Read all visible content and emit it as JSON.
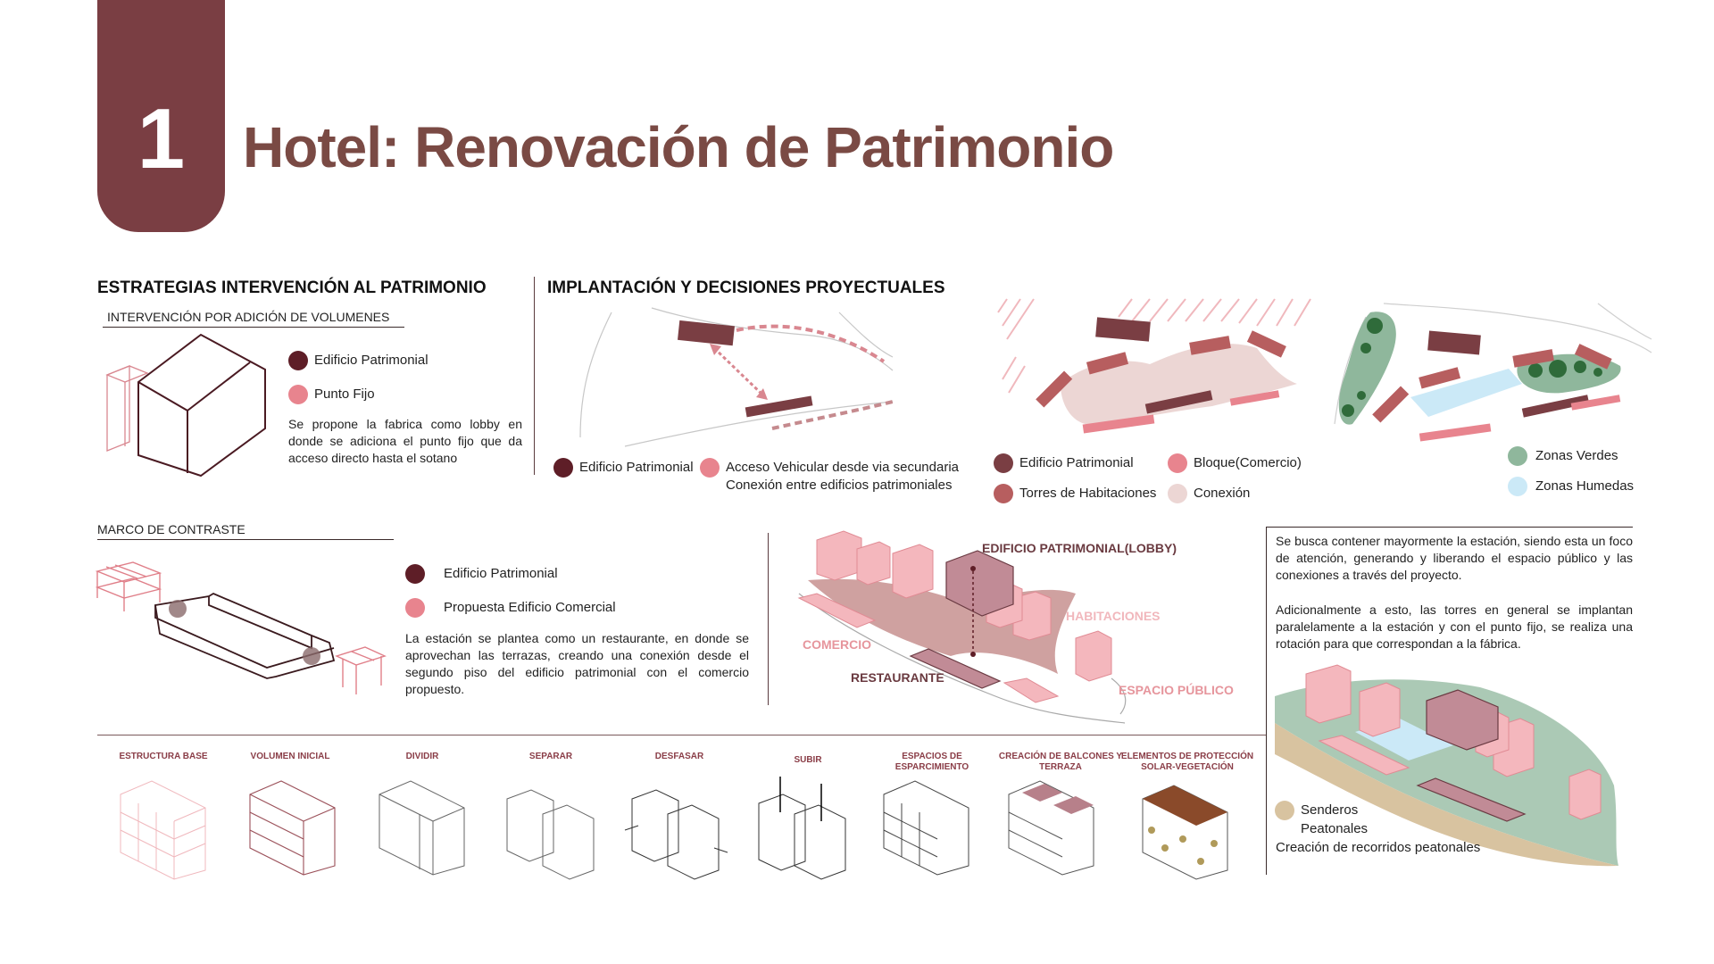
{
  "header": {
    "number": "1",
    "title": "Hotel: Renovación de Patrimonio"
  },
  "colors": {
    "dark": "#5e1e27",
    "pink": "#e8848e",
    "maroon": "#7a3e43",
    "light_pink": "#f2bcc1",
    "green": "#8fb79c",
    "light_blue": "#cbe9f7",
    "tan": "#d8c3a0",
    "conexion": "#ecd6d4"
  },
  "estrategias": {
    "heading": "ESTRATEGIAS INTERVENCIÓN AL PATRIMONIO",
    "adicion": {
      "subheading": "INTERVENCIÓN POR ADICIÓN DE VOLUMENES",
      "legend": [
        "Edificio Patrimonial",
        "Punto Fijo"
      ],
      "description": "Se propone la fabrica como lobby en donde se adiciona el punto fijo que da acceso directo hasta el sotano"
    },
    "contraste": {
      "subheading": "MARCO DE CONTRASTE",
      "legend": [
        "Edificio Patrimonial",
        "Propuesta Edificio Comercial"
      ],
      "description": "La estación se plantea como un restaurante, en donde se aprovechan las terrazas, creando una conexión desde el segundo piso del edificio patrimonial con el comercio propuesto."
    }
  },
  "implantacion": {
    "heading": "IMPLANTACIÓN Y DECISIONES PROYECTUALES",
    "map1_legend": {
      "a": "Edificio Patrimonial",
      "b1": "Acceso Vehicular desde via secundaria",
      "b2": "Conexión entre edificios patrimoniales"
    },
    "map2_legend": [
      "Edificio Patrimonial",
      "Bloque(Comercio)",
      "Torres de Habitaciones",
      "Conexión"
    ],
    "map3_legend": [
      "Zonas Verdes",
      "Zonas Humedas"
    ]
  },
  "axonometric": {
    "labels": {
      "lobby": "EDIFICIO PATRIMONIAL(LOBBY)",
      "habitaciones": "HABITACIONES",
      "comercio": "COMERCIO",
      "restaurante": "RESTAURANTE",
      "espacio": "ESPACIO PÚBLICO"
    }
  },
  "right_text": {
    "p1": "Se busca contener mayormente la estación, siendo esta un foco de atención, generando y liberando el espacio público y las conexiones a través del proyecto.",
    "p2": "Adicionalmente a esto, las torres en general se implantan paralelamente a la estación y con el punto fijo, se realiza una rotación para que correspondan a la fábrica.",
    "legend1": "Senderos",
    "legend2": "Peatonales",
    "legend3": "Creación de recorridos peatonales"
  },
  "steps": [
    "ESTRUCTURA BASE",
    "VOLUMEN INICIAL",
    "DIVIDIR",
    "SEPARAR",
    "DESFASAR",
    "SUBIR",
    "ESPACIOS DE\nESPARCIMIENTO",
    "CREACIÓN DE BALCONES Y\nTERRAZA",
    "ELEMENTOS DE PROTECCIÓN\nSOLAR-VEGETACIÓN"
  ]
}
